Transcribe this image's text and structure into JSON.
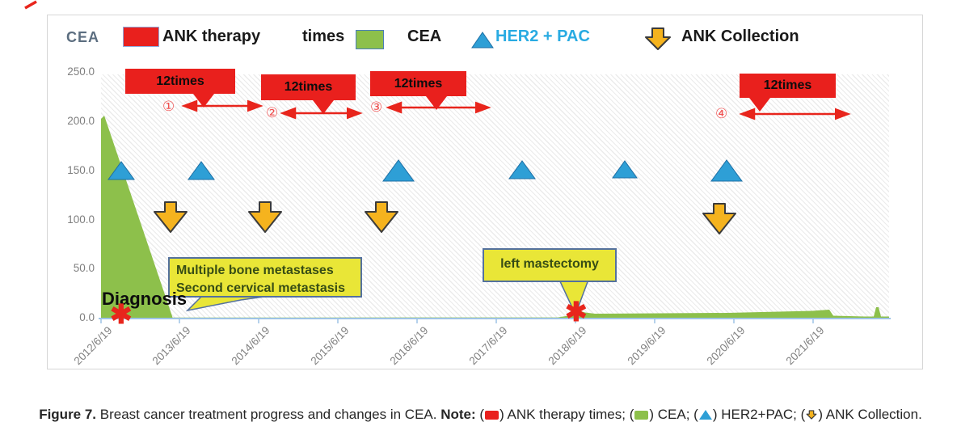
{
  "legend": {
    "axis_label": "CEA",
    "items": [
      {
        "swatch": "red-rect",
        "label": "ANK therapy",
        "label2": "times"
      },
      {
        "swatch": "green-rect",
        "label": "CEA"
      },
      {
        "swatch": "blue-triangle",
        "label": "HER2 + PAC"
      },
      {
        "swatch": "orange-down-arrow",
        "label": "ANK Collection"
      }
    ]
  },
  "chart_data": {
    "type": "area",
    "title": "",
    "ylabel": "CEA",
    "ylim": [
      0,
      250
    ],
    "grid": false,
    "background": "diagonal-hatch",
    "y_ticks": [
      "250.0",
      "200.0",
      "150.0",
      "100.0",
      "50.0",
      "0.0"
    ],
    "x_ticks": [
      "2012/6/19",
      "2013/6/19",
      "2014/6/19",
      "2015/6/19",
      "2016/6/19",
      "2017/6/19",
      "2018/6/19",
      "2019/6/19",
      "2020/6/19",
      "2021/6/19"
    ],
    "series": [
      {
        "name": "CEA",
        "type": "area",
        "color": "#8dc04b",
        "points_approx_x_year_y_value": [
          [
            2012.47,
            210
          ],
          [
            2013.35,
            0
          ],
          [
            2018.3,
            2
          ],
          [
            2018.47,
            8
          ],
          [
            2019.5,
            6
          ],
          [
            2020.5,
            7
          ],
          [
            2021.2,
            9
          ],
          [
            2021.3,
            2
          ],
          [
            2021.75,
            11
          ],
          [
            2021.9,
            2
          ]
        ]
      },
      {
        "name": "HER2 + PAC",
        "type": "scatter-triangle",
        "color": "#2e9fd6",
        "y_value": 150,
        "x_approx_years": [
          2012.72,
          2013.73,
          2016.22,
          2017.79,
          2019.09,
          2020.38
        ]
      },
      {
        "name": "ANK Collection",
        "type": "scatter-down-arrow",
        "color": "#f5b31e",
        "y_value": 105,
        "x_approx_years": [
          2013.35,
          2014.55,
          2016.02,
          2020.29
        ]
      }
    ]
  },
  "therapy_annotations": [
    {
      "num": "①",
      "label": "12times"
    },
    {
      "num": "②",
      "label": "12times"
    },
    {
      "num": "③",
      "label": "12times"
    },
    {
      "num": "④",
      "label": "12times"
    }
  ],
  "events": {
    "diagnosis_label": "Diagnosis",
    "diagnosis_marker": "✱",
    "mastectomy_marker": "✱",
    "callout1_line1": "Multiple bone metastases",
    "callout1_line2": "Second cervical metastasis",
    "callout2": "left mastectomy"
  },
  "caption": {
    "figure_label": "Figure 7.",
    "text": " Breast cancer treatment progress and changes in CEA. ",
    "note_label": "Note:",
    "notes": [
      {
        "pre": " (",
        "icon": "red-rect",
        "post": ") ANK therapy times; "
      },
      {
        "pre": "(",
        "icon": "green-rect",
        "post": ") CEA; "
      },
      {
        "pre": "(",
        "icon": "blue-triangle",
        "post": ") HER2+PAC; "
      },
      {
        "pre": "(",
        "icon": "orange-down-arrow",
        "post": ") ANK Collection."
      }
    ]
  },
  "colors": {
    "red": "#e9201d",
    "green": "#8dc04b",
    "blue_triangle": "#2e9fd6",
    "orange": "#f5b31e",
    "yellow_callout": "#e9e637",
    "her2_text": "#29abe2",
    "axis_line": "#9dc3e6",
    "axis_text": "#7f7f7f"
  }
}
